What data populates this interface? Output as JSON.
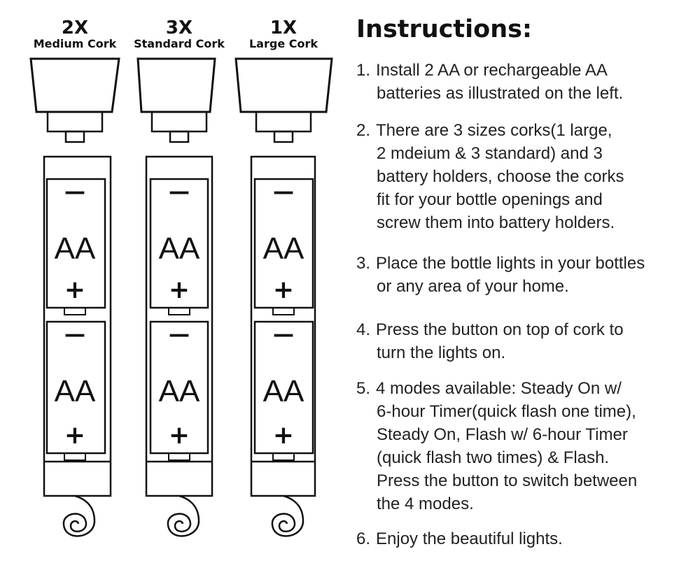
{
  "cork_columns": [
    {
      "quantity": "2X",
      "name": "Medium Cork"
    },
    {
      "quantity": "3X",
      "name": "Standard Cork"
    },
    {
      "quantity": "1X",
      "name": "Large Cork"
    }
  ],
  "battery": {
    "label": "AA",
    "negative": "—",
    "positive": "+"
  },
  "instructions": {
    "title": "Instructions:",
    "steps": [
      {
        "number": "1.",
        "lines": [
          "Install 2 AA or rechargeable AA",
          "batteries as illustrated on the left."
        ]
      },
      {
        "number": "2.",
        "lines": [
          "There are 3 sizes corks(1 large,",
          "2 mdeium & 3 standard) and 3",
          "battery holders, choose the corks",
          "fit for your bottle openings and",
          "screw them into battery holders."
        ]
      },
      {
        "number": "3.",
        "lines": [
          "Place the bottle lights in your bottles",
          "or any area of your home."
        ]
      },
      {
        "number": "4.",
        "lines": [
          "Press the button on top of cork to",
          "turn the lights on."
        ]
      },
      {
        "number": "5.",
        "lines": [
          "4 modes available: Steady On w/",
          "6-hour Timer(quick flash one time),",
          "Steady On, Flash w/ 6-hour Timer",
          "(quick flash two times) & Flash.",
          "Press the button to switch between",
          "the 4 modes."
        ]
      },
      {
        "number": "6.",
        "lines": [
          "Enjoy the beautiful lights."
        ]
      }
    ]
  },
  "icons": {
    "cork": "cork-icon",
    "battery_holder": "battery-holder-icon",
    "wire": "spiral-wire-icon"
  },
  "colors": {
    "line": "#111111",
    "text": "#222222",
    "background": "#ffffff"
  }
}
